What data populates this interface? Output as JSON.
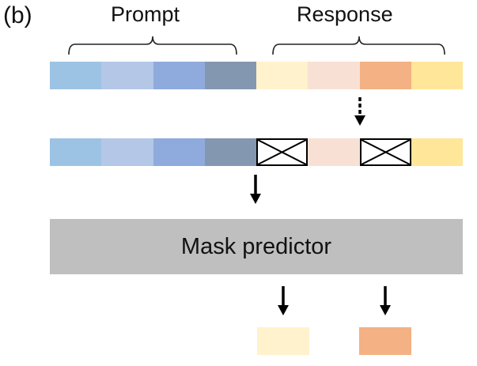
{
  "panel_label": "(b)",
  "groups": {
    "prompt_label": "Prompt",
    "response_label": "Response"
  },
  "input_row": {
    "tokens": [
      {
        "kind": "prompt",
        "color": "#9dc3e4"
      },
      {
        "kind": "prompt",
        "color": "#b4c7e7"
      },
      {
        "kind": "prompt",
        "color": "#8faadc"
      },
      {
        "kind": "prompt",
        "color": "#8497b0"
      },
      {
        "kind": "response",
        "color": "#fff2cc"
      },
      {
        "kind": "response",
        "color": "#f8e1d4"
      },
      {
        "kind": "response",
        "color": "#f4b183"
      },
      {
        "kind": "response",
        "color": "#ffe699"
      }
    ]
  },
  "masked_row": {
    "tokens": [
      {
        "kind": "prompt",
        "color": "#9dc3e4",
        "masked": false
      },
      {
        "kind": "prompt",
        "color": "#b4c7e7",
        "masked": false
      },
      {
        "kind": "prompt",
        "color": "#8faadc",
        "masked": false
      },
      {
        "kind": "prompt",
        "color": "#8497b0",
        "masked": false
      },
      {
        "kind": "response",
        "color": "#fff2cc",
        "masked": true
      },
      {
        "kind": "response",
        "color": "#f8e1d4",
        "masked": false
      },
      {
        "kind": "response",
        "color": "#f4b183",
        "masked": true
      },
      {
        "kind": "response",
        "color": "#ffe699",
        "masked": false
      }
    ]
  },
  "predictor": {
    "label": "Mask predictor",
    "color": "#bfbfbf"
  },
  "outputs": [
    {
      "color": "#fff2cc",
      "for_token_index": 4
    },
    {
      "color": "#f4b183",
      "for_token_index": 6
    }
  ],
  "arrows": {
    "masking_arrow": {
      "style": "dashed"
    },
    "input_arrow": {
      "style": "solid"
    },
    "output_arrows": {
      "style": "solid"
    }
  }
}
